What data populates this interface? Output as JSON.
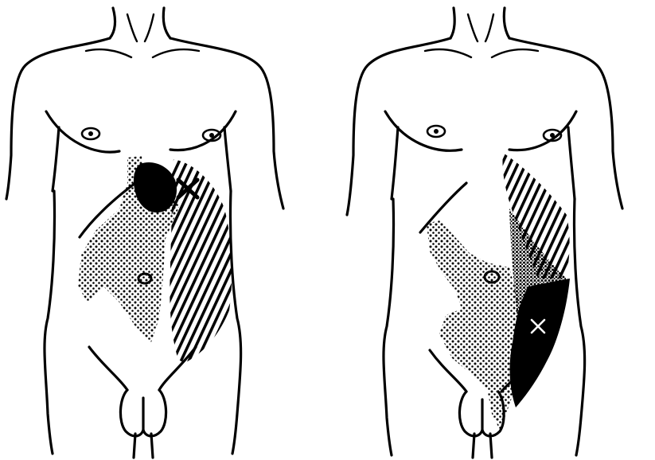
{
  "figures": [
    {
      "id": "left",
      "view": "anterior",
      "trigger_point_marker": "x-mark",
      "zones": [
        "dense-black-zone",
        "hatched-zone",
        "dotted-zone"
      ]
    },
    {
      "id": "right",
      "view": "anterior",
      "trigger_point_marker": "x-mark-white",
      "zones": [
        "dense-black-zone",
        "hatched-zone",
        "dotted-zone"
      ]
    }
  ],
  "colors": {
    "ink": "#000000",
    "background": "#ffffff"
  }
}
